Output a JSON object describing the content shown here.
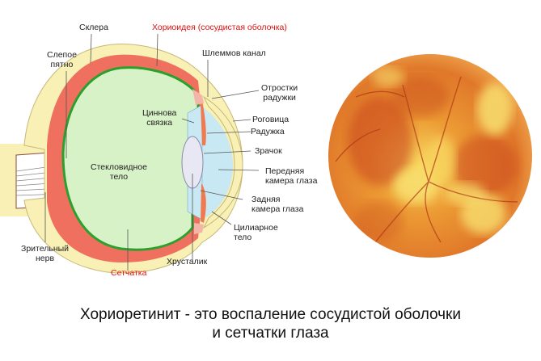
{
  "diagram": {
    "labels": {
      "sclera": "Склера",
      "choroid": "Хориоидея (сосудистая оболочка)",
      "blind_spot": "Слепое\nпятно",
      "schlemm_canal": "Шлеммов канал",
      "iris_processes": "Отростки\nрадужки",
      "zinn_ligament": "Циннова\nсвязка",
      "cornea": "Роговица",
      "iris": "Радужка",
      "pupil": "Зрачок",
      "vitreous_body": "Стекловидное\nтело",
      "anterior_chamber": "Передняя\nкамера глаза",
      "posterior_chamber": "Задняя\nкамера глаза",
      "ciliary_body": "Цилиарное\nтело",
      "optic_nerve": "Зрительный\nнерв",
      "lens": "Хрусталик",
      "retina": "Сетчатка"
    },
    "colors": {
      "sclera": "#f8f0b4",
      "choroid": "#f07060",
      "retina": "#2ca02c",
      "vitreous": "#d8f2c8",
      "cornea_chamber": "#c8e8f4",
      "lens": "#e8e8f4",
      "iris": "#f07a50",
      "highlight_label": "#e01010"
    }
  },
  "fundus_photo": {
    "description": "fundus-photo-choroidoretinitis",
    "colors": {
      "base": "#e88a2a",
      "dark": "#c8401a",
      "light": "#f8e070"
    }
  },
  "caption": {
    "line1": "Хориоретинит - это воспаление сосудистой оболочки",
    "line2": "и сетчатки глаза"
  }
}
